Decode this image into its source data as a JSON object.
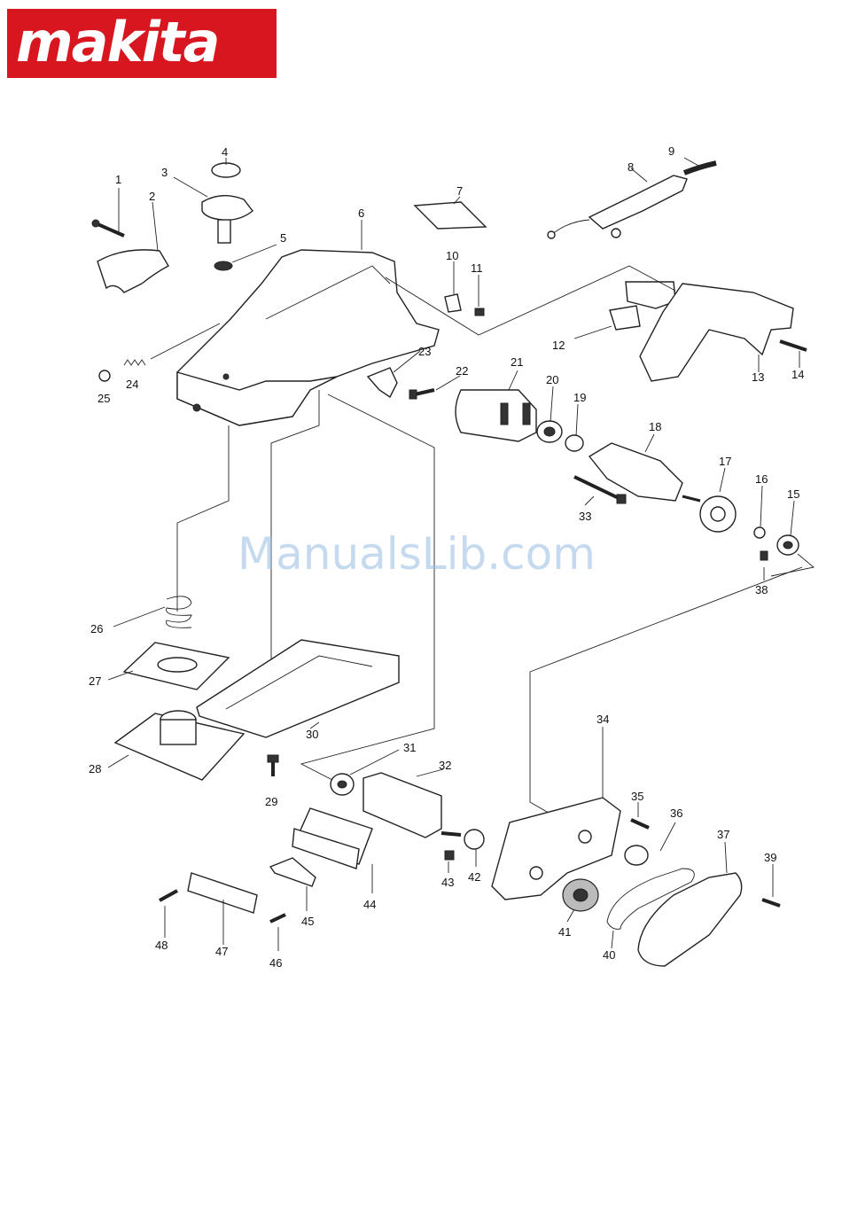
{
  "brand": {
    "logo_text": "makita",
    "registered_mark": "®",
    "color": "#d7161f"
  },
  "watermark": "ManualsLib.com",
  "callouts": [
    "1",
    "2",
    "3",
    "4",
    "5",
    "6",
    "7",
    "8",
    "9",
    "10",
    "11",
    "12",
    "13",
    "14",
    "15",
    "16",
    "17",
    "18",
    "19",
    "20",
    "21",
    "22",
    "23",
    "24",
    "25",
    "26",
    "27",
    "28",
    "29",
    "30",
    "31",
    "32",
    "33",
    "34",
    "35",
    "36",
    "37",
    "38",
    "39",
    "40",
    "41",
    "42",
    "43",
    "44",
    "45",
    "46",
    "47",
    "48"
  ]
}
